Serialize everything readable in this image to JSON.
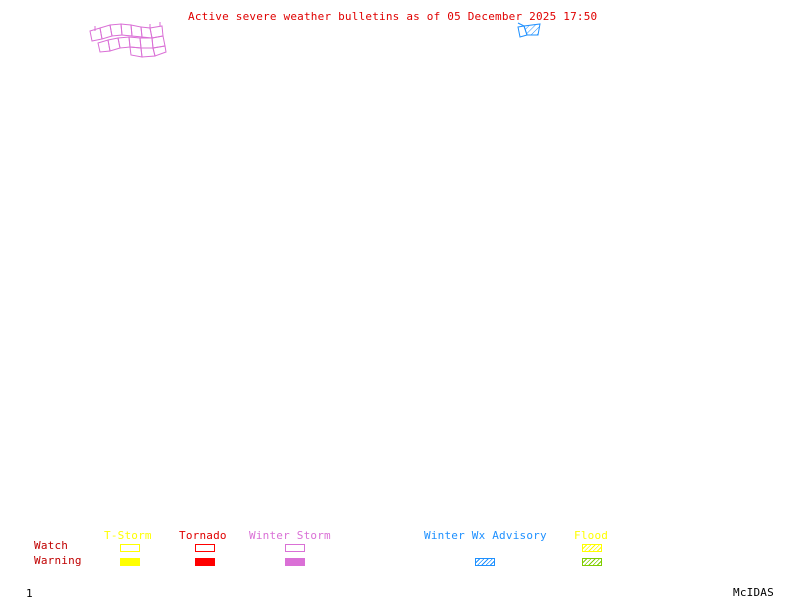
{
  "title": "Active severe weather bulletins as of 05 December 2025 17:50",
  "legend": {
    "row_labels": {
      "watch": "Watch",
      "warning": "Warning"
    },
    "categories": [
      {
        "name": "T-Storm",
        "color": "#ffff00",
        "watch_style": "outline",
        "warning_style": "filled"
      },
      {
        "name": "Tornado",
        "color": "#ff0000",
        "watch_style": "outline",
        "warning_style": "filled"
      },
      {
        "name": "Winter Storm",
        "color": "#da70d6",
        "watch_style": "outline",
        "warning_style": "filled"
      },
      {
        "name": "Winter Wx Advisory",
        "color": "#1e90ff",
        "watch_style": "none",
        "warning_style": "hatched"
      },
      {
        "name": "Flood",
        "color": "#ffff00",
        "warning_color": "#7fcd00",
        "watch_style": "hatched",
        "warning_style": "hatched"
      }
    ],
    "label_color": "#c00000"
  },
  "map_features": [
    {
      "type": "winter-storm-watch-zones",
      "color": "#da70d6",
      "location": "upper-left"
    },
    {
      "type": "winter-wx-advisory-zone",
      "color": "#1e90ff",
      "location": "upper-center-right"
    }
  ],
  "footer": {
    "page_number": "1",
    "brand": "McIDAS"
  }
}
